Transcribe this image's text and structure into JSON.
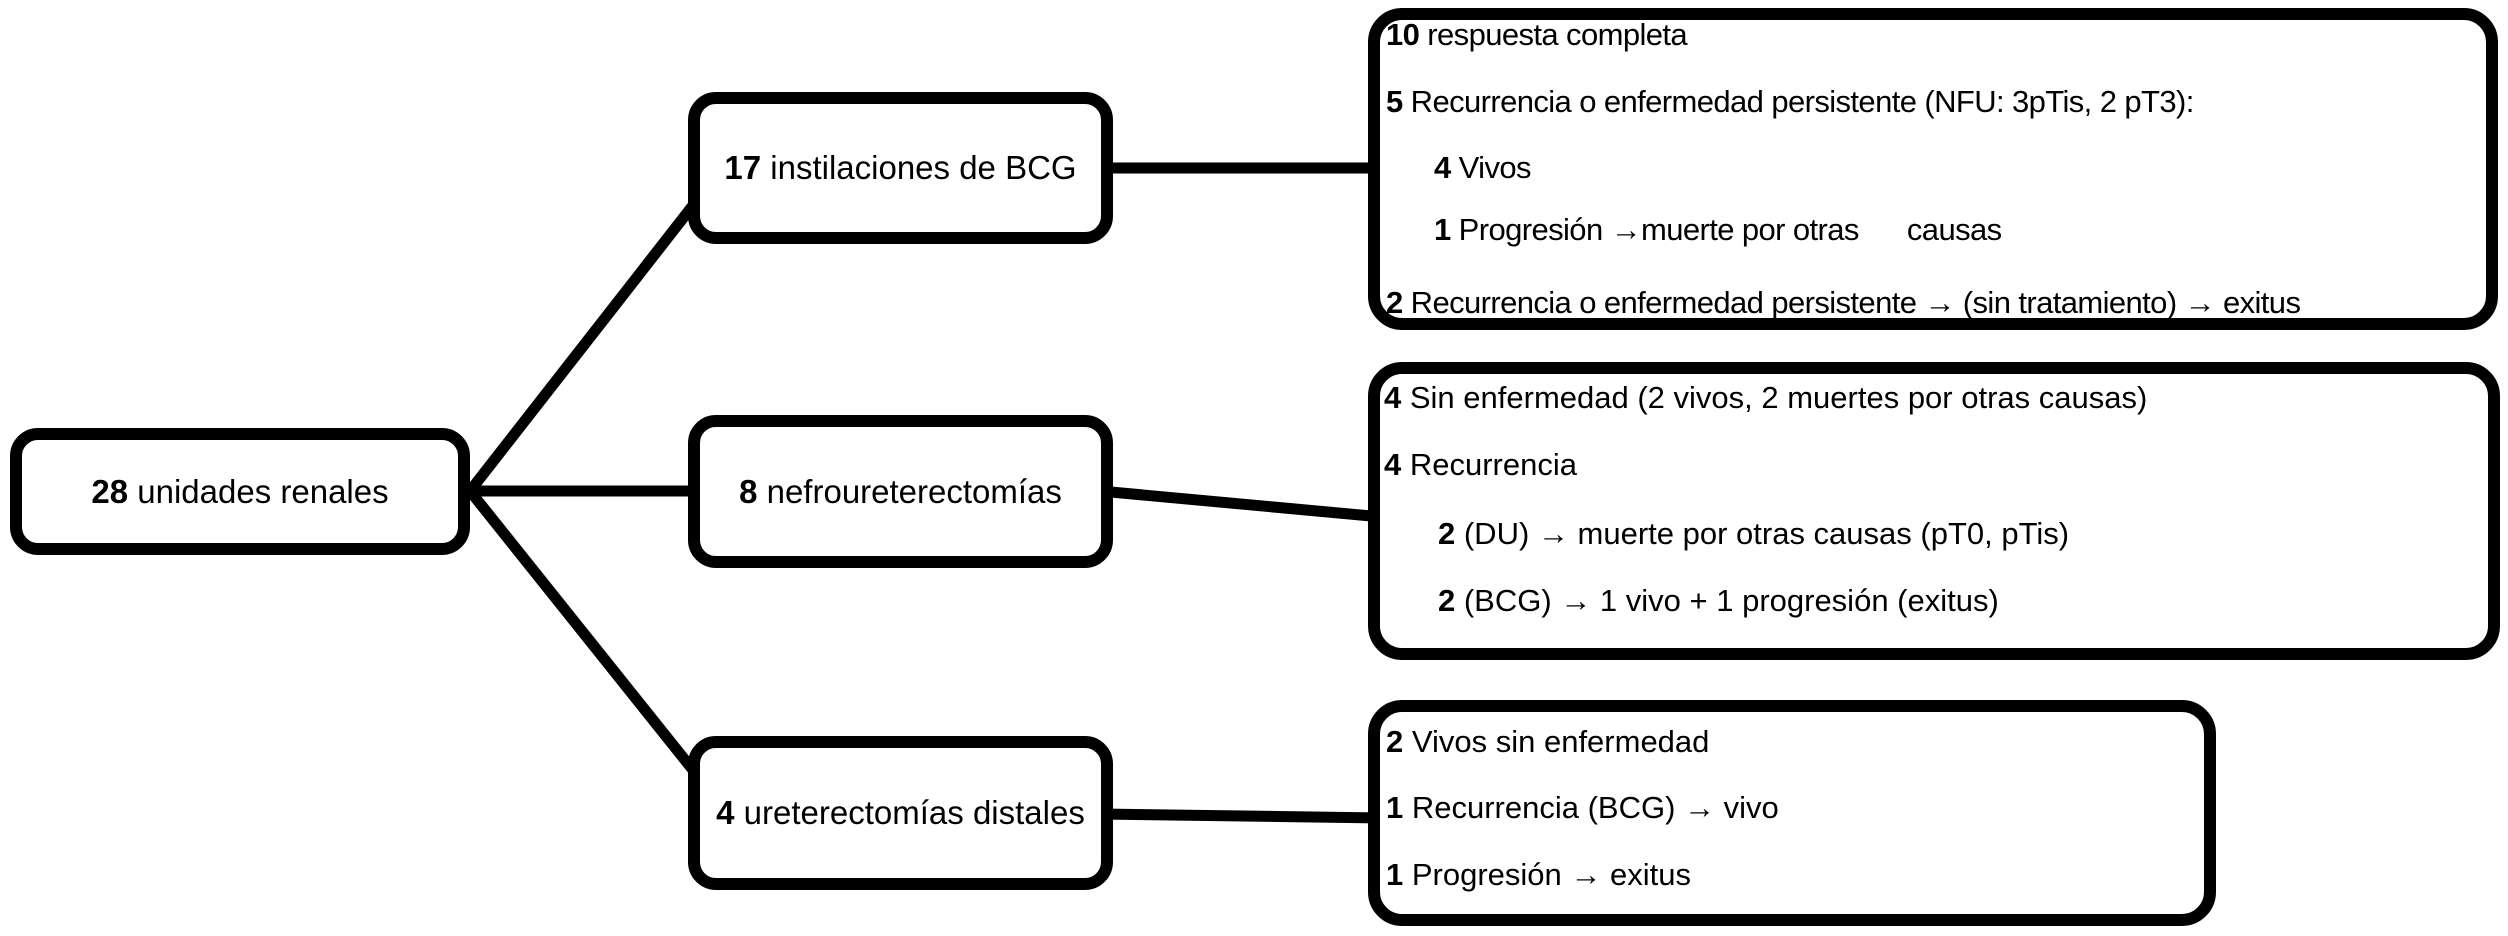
{
  "diagram_title": "Flujo de unidades renales por tratamiento y resultado",
  "ink_color": "#000000",
  "background_color": "#ffffff",
  "root_node": {
    "num": "28",
    "label": " unidades renales"
  },
  "treatment_nodes": [
    {
      "num": "17",
      "label": " instilaciones de BCG"
    },
    {
      "num": "8",
      "label": " nefroureterectomías"
    },
    {
      "num": "4",
      "label": " ureterectomías distales"
    }
  ],
  "outcome_boxes": {
    "bcg": {
      "lines": [
        {
          "num": "10",
          "text": " respuesta completa"
        },
        {
          "num": "5",
          "text": " Recurrencia o enfermedad persistente (NFU: 3pTis, 2 pT3):"
        },
        {
          "num": "4",
          "text": " Vivos"
        },
        {
          "num": "1",
          "text": " Progresión →muerte por otras      causas"
        },
        {
          "num": "2",
          "text": " Recurrencia o enfermedad persistente → (sin tratamiento) → exitus"
        }
      ]
    },
    "nefro": {
      "lines": [
        {
          "num": "4",
          "text": " Sin enfermedad (2 vivos, 2 muertes por otras causas)"
        },
        {
          "num": "4",
          "text": " Recurrencia"
        },
        {
          "num": "2",
          "text": " (DU) → muerte por otras causas (pT0, pTis)"
        },
        {
          "num": "2",
          "text": " (BCG) → 1 vivo + 1 progresión (exitus)"
        }
      ]
    },
    "ureter": {
      "lines": [
        {
          "num": "2",
          "text": " Vivos sin enfermedad"
        },
        {
          "num": "1",
          "text": " Recurrencia (BCG) → vivo"
        },
        {
          "num": "1",
          "text": " Progresión → exitus"
        }
      ]
    }
  }
}
